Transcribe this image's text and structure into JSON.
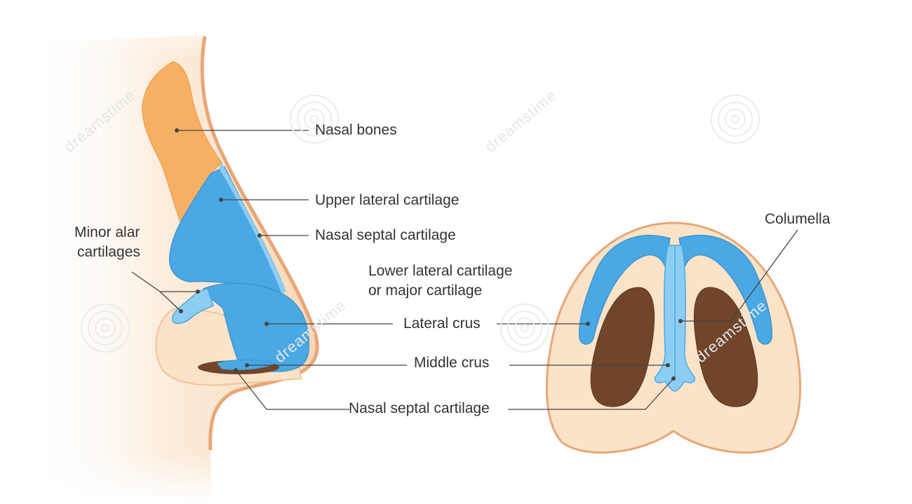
{
  "colors": {
    "skin_light": "#fbe5cc",
    "skin_mid": "#f4c99a",
    "skin_outline": "#e8a778",
    "bone": "#f6b064",
    "cartilage": "#4aa8e4",
    "cartilage_light": "#8dcdf3",
    "cavity": "#70452a",
    "leader": "#444444",
    "label_text": "#333333",
    "watermark": "#e2e2e2"
  },
  "labels": {
    "nasal_bones": "Nasal bones",
    "upper_lateral_cartilage": "Upper lateral cartilage",
    "nasal_septal_cartilage_top": "Nasal septal cartilage",
    "minor_alar_cartilages": [
      "Minor alar",
      "cartilages"
    ],
    "lower_lateral_cartilage": [
      "Lower lateral cartilage",
      "or major cartilage"
    ],
    "lateral_crus": "Lateral crus",
    "middle_crus": "Middle crus",
    "nasal_septal_cartilage_bottom": "Nasal septal cartilage",
    "columella": "Columella"
  },
  "watermark": {
    "text": "dreamstime",
    "icon": "spiral-watermark-icon"
  }
}
